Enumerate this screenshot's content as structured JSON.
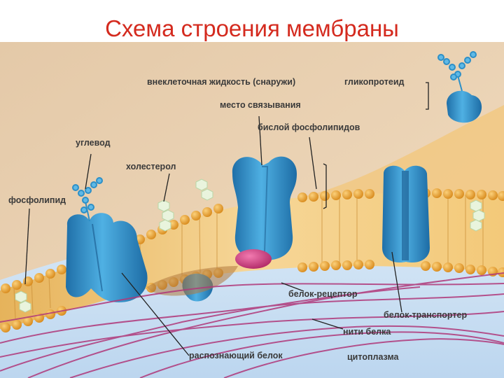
{
  "title": "Схема строения мембраны",
  "labels": {
    "extracellular": "внеклеточная жидкость (снаружи)",
    "glycoprotein": "гликопротеид",
    "binding_site": "место связывания",
    "bilayer": "бислой фосфолипидов",
    "carbohydrate": "углевод",
    "cholesterol": "холестерол",
    "phospholipid": "фосфолипид",
    "receptor": "белок-рецептор",
    "transporter": "белок-транспортер",
    "fibers": "нити белка",
    "recognition": "распознающий белок",
    "cytoplasm": "цитоплазма"
  },
  "colors": {
    "title": "#d42a1e",
    "background_top": "#e9c9a3",
    "membrane_head": "#e8a33a",
    "membrane_core": "#f4d08a",
    "protein": "#2e8fc8",
    "fibers": "#b0387a",
    "cytoplasm": "#cfe2f4"
  }
}
